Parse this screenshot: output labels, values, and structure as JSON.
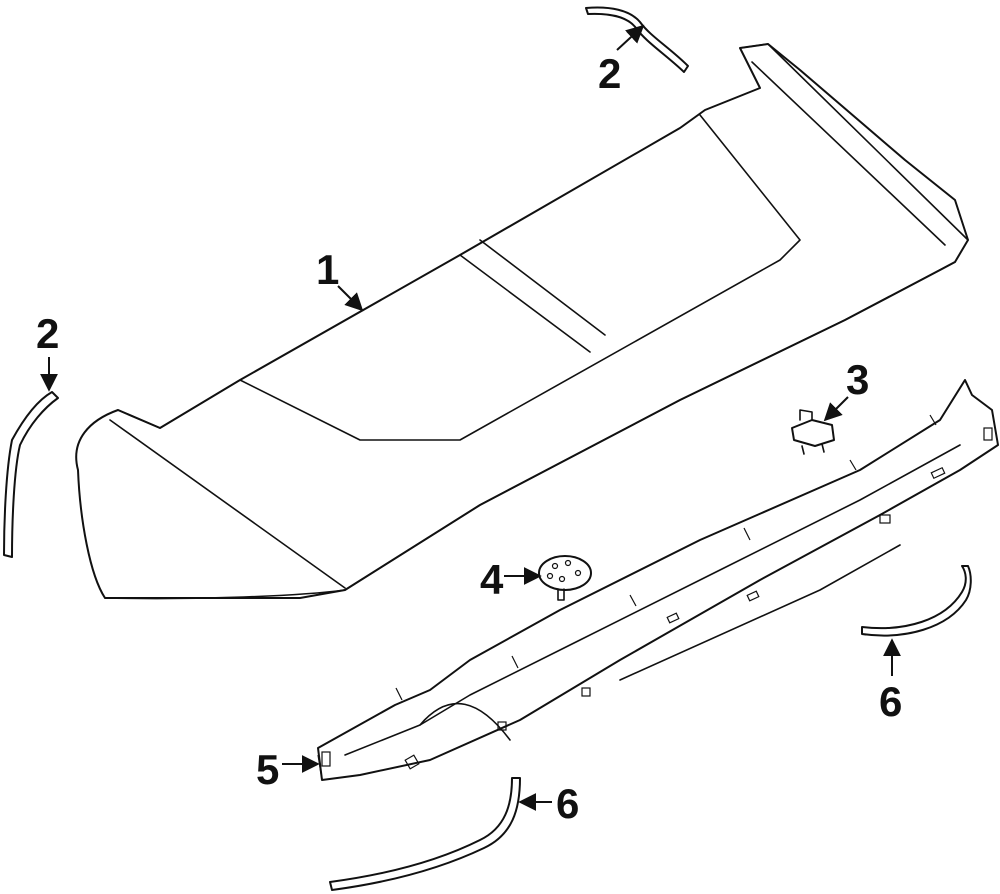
{
  "callouts": [
    {
      "id": "c1",
      "label": "1"
    },
    {
      "id": "c2a",
      "label": "2"
    },
    {
      "id": "c2b",
      "label": "2"
    },
    {
      "id": "c3",
      "label": "3"
    },
    {
      "id": "c4",
      "label": "4"
    },
    {
      "id": "c5",
      "label": "5"
    },
    {
      "id": "c6a",
      "label": "6"
    },
    {
      "id": "c6b",
      "label": "6"
    }
  ]
}
